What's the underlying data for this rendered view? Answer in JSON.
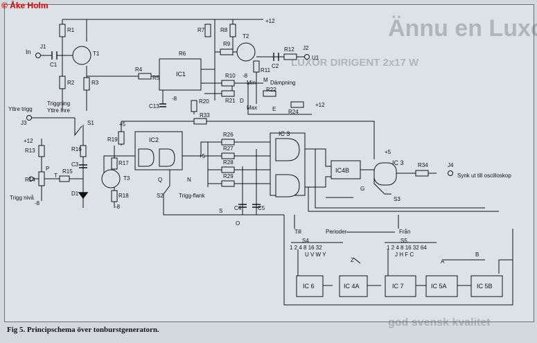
{
  "copyright": "© Åke Holm",
  "caption": "Fig 5. Principschema över tonburstgeneratorn.",
  "labels": {
    "in": "In",
    "j1": "J1",
    "c1": "C1",
    "t1": "T1",
    "r1": "R1",
    "r2": "R2",
    "r3": "R3",
    "r4": "R4",
    "r5": "R5",
    "r6": "R6",
    "r7": "R7",
    "r8": "R8",
    "r9": "R9",
    "t2": "T2",
    "r11": "R11",
    "c2": "C2",
    "r12": "R12",
    "j2": "J2",
    "u1": "U1",
    "ic1": "IC1",
    "r10": "R10",
    "r21": "R21",
    "d": "D",
    "min": "Min",
    "max": "Max",
    "dampning": "Dämpning",
    "r22": "R22",
    "m": "M",
    "e": "E",
    "r24": "R24",
    "r20": "R20",
    "c13": "C13",
    "r33": "R33",
    "triggning": "Triggning",
    "yttre_inre": "Yttre  Inre",
    "yttre_trigg": "Yttre trigg",
    "j3": "J3",
    "s1": "S1",
    "r16": "R16",
    "r13": "R13",
    "r14": "R14",
    "r15": "R15",
    "c3": "C3",
    "r17": "R17",
    "d1": "D1",
    "r18": "R18",
    "t3": "T3",
    "r19": "R19",
    "ic2": "IC2",
    "trigg_niva": "Trigg nivå",
    "s2": "S2",
    "trigg_flank": "Trigg-flank",
    "q": "Q",
    "n": "N",
    "r26": "R26",
    "r27": "R27",
    "r28": "R28",
    "r29": "R29",
    "ic3": "IC 3",
    "ic3b": "IC 3",
    "ic4b": "IC4B",
    "c4": "C4",
    "c5": "C5",
    "s3": "S3",
    "g": "G",
    "r34": "R34",
    "j4": "J4",
    "synk": "Synk ut till oscilloskop",
    "s": "S",
    "o": "O",
    "till": "Till",
    "fran": "Från",
    "perioder": "Perioder",
    "s4": "S4",
    "s5": "S5",
    "ic6": "IC 6",
    "ic4a": "IC 4A",
    "ic7": "IC 7",
    "ic5a": "IC 5A",
    "ic5b": "IC 5B",
    "z": "Z",
    "a": "A",
    "b": "B",
    "plus12": "+12",
    "plus5": "+5",
    "minus8": "-8",
    "p": "P",
    "t": "T",
    "s4_taps": "1 2 4 8 16 32",
    "s4_letters": "U V W Y",
    "s5_taps": "1 2 4 8 16 32 64",
    "s5_letters": "J H F C",
    "ghost_title": "Ännu en Luxor-nyhet",
    "ghost_sub": "LUXOR DIRIGENT 2x17 W",
    "ghost_foot": "god svensk kvalitet"
  },
  "colors": {
    "ink": "#111111",
    "paper": "#dde2e6",
    "copyright": "#e00000"
  }
}
